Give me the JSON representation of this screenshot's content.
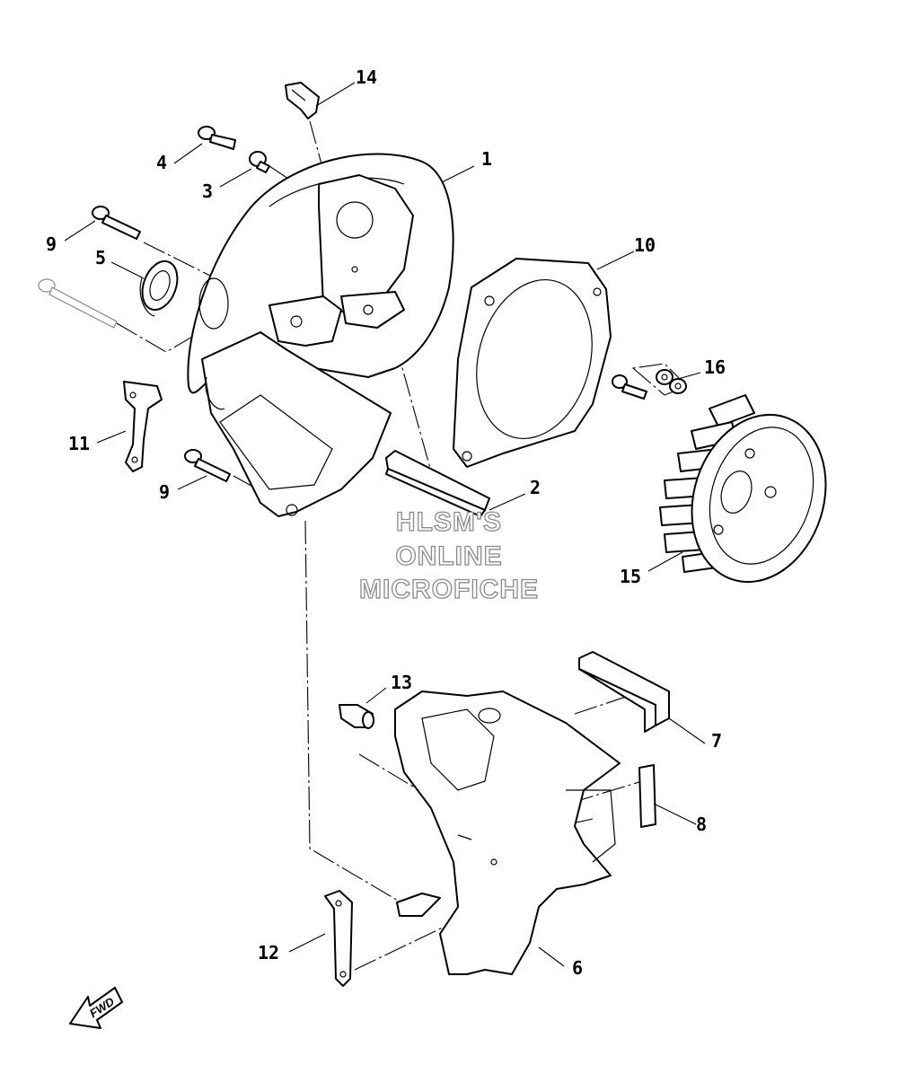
{
  "callouts": [
    {
      "id": "c1",
      "label": "1"
    },
    {
      "id": "c2",
      "label": "2"
    },
    {
      "id": "c3",
      "label": "3"
    },
    {
      "id": "c4",
      "label": "4"
    },
    {
      "id": "c5",
      "label": "5"
    },
    {
      "id": "c6",
      "label": "6"
    },
    {
      "id": "c7",
      "label": "7"
    },
    {
      "id": "c8",
      "label": "8"
    },
    {
      "id": "c9a",
      "label": "9"
    },
    {
      "id": "c9b",
      "label": "9"
    },
    {
      "id": "c10",
      "label": "10"
    },
    {
      "id": "c11",
      "label": "11"
    },
    {
      "id": "c12",
      "label": "12"
    },
    {
      "id": "c13",
      "label": "13"
    },
    {
      "id": "c14",
      "label": "14"
    },
    {
      "id": "c15",
      "label": "15"
    },
    {
      "id": "c16",
      "label": "16"
    }
  ],
  "watermark": {
    "line1": "HLSM'S",
    "line2": "ONLINE",
    "line3": "MICROFICHE"
  },
  "direction_label": "FWD"
}
